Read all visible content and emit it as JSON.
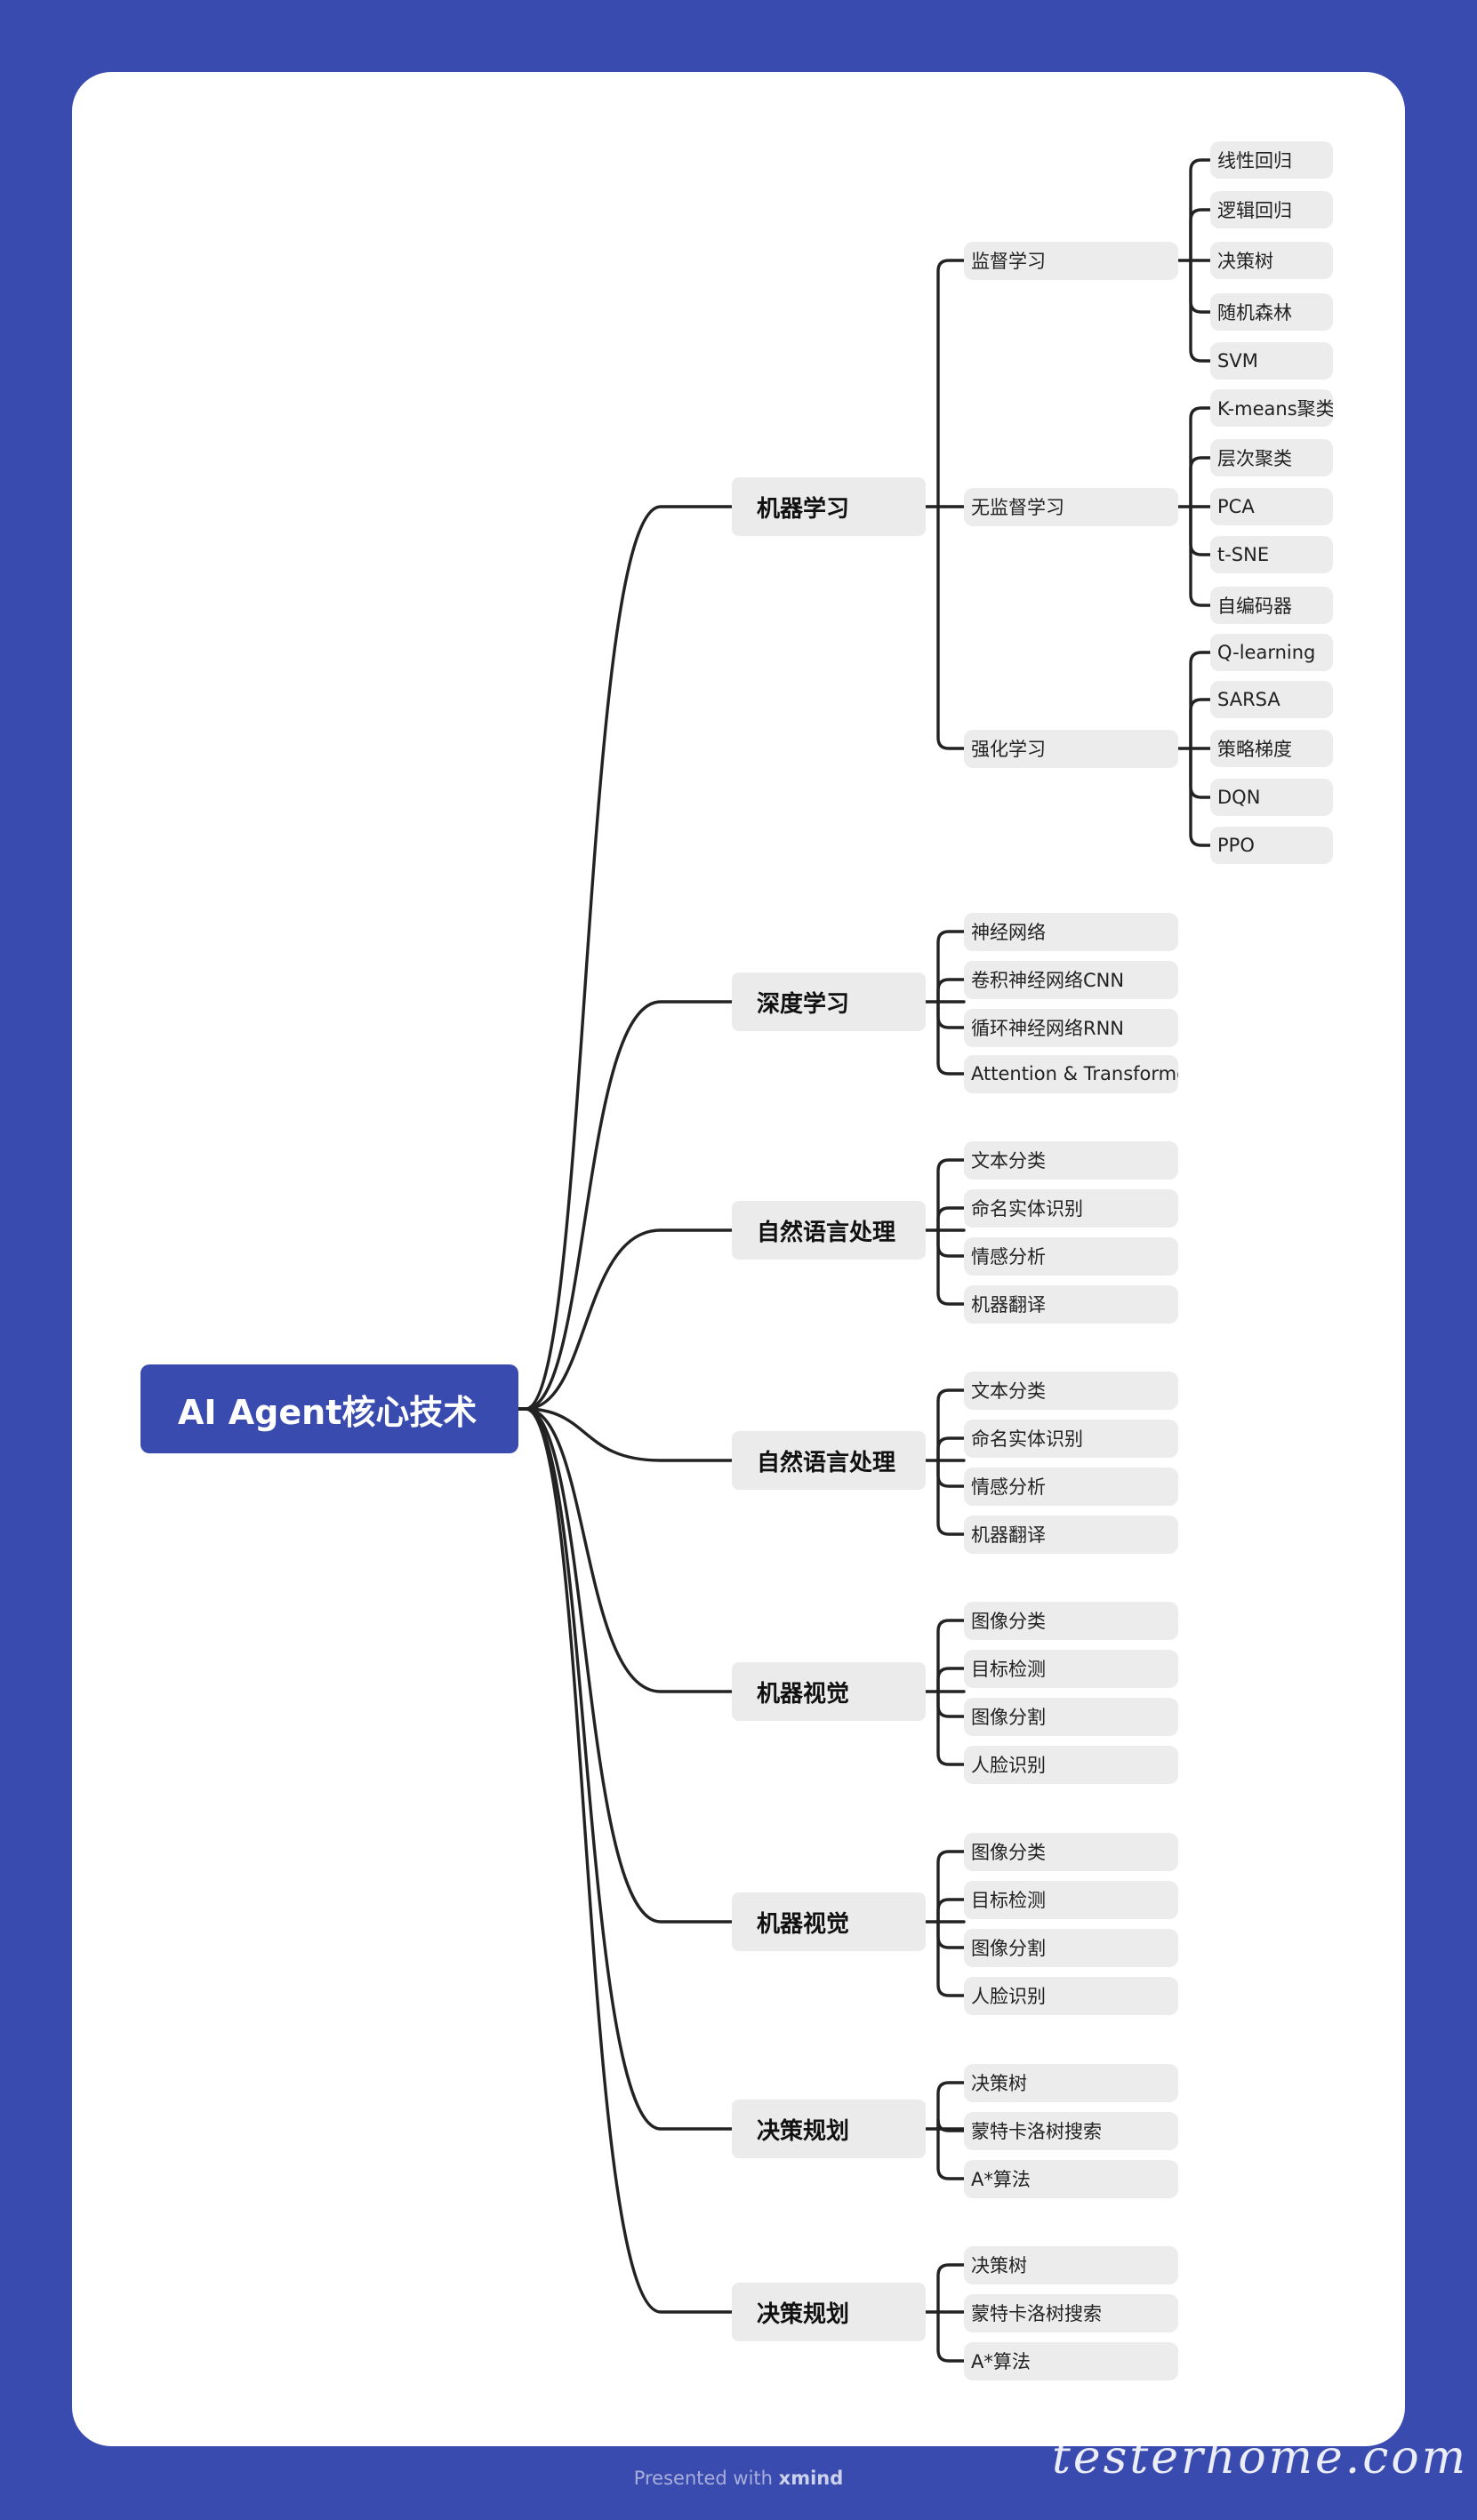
{
  "colors": {
    "background": "#3a4baf",
    "card": "#ffffff",
    "root_node": "#3a4baf",
    "node_fill": "#ebebeb",
    "line": "#222222"
  },
  "root": {
    "label": "AI Agent核心技术"
  },
  "branches": [
    {
      "label": "机器学习",
      "children": [
        {
          "label": "监督学习",
          "children": [
            "线性回归",
            "逻辑回归",
            "决策树",
            "随机森林",
            "SVM"
          ]
        },
        {
          "label": "无监督学习",
          "children": [
            "K-means聚类",
            "层次聚类",
            "PCA",
            "t-SNE",
            "自编码器"
          ]
        },
        {
          "label": "强化学习",
          "children": [
            "Q-learning",
            "SARSA",
            "策略梯度",
            "DQN",
            "PPO"
          ]
        }
      ]
    },
    {
      "label": "深度学习",
      "children": [
        {
          "label": "神经网络"
        },
        {
          "label": "卷积神经网络CNN"
        },
        {
          "label": "循环神经网络RNN"
        },
        {
          "label": "Attention & Transformer"
        }
      ]
    },
    {
      "label": "自然语言处理",
      "children": [
        {
          "label": "文本分类"
        },
        {
          "label": "命名实体识别"
        },
        {
          "label": "情感分析"
        },
        {
          "label": "机器翻译"
        }
      ]
    },
    {
      "label": "自然语言处理",
      "children": [
        {
          "label": "文本分类"
        },
        {
          "label": "命名实体识别"
        },
        {
          "label": "情感分析"
        },
        {
          "label": "机器翻译"
        }
      ]
    },
    {
      "label": "机器视觉",
      "children": [
        {
          "label": "图像分类"
        },
        {
          "label": "目标检测"
        },
        {
          "label": "图像分割"
        },
        {
          "label": "人脸识别"
        }
      ]
    },
    {
      "label": "机器视觉",
      "children": [
        {
          "label": "图像分类"
        },
        {
          "label": "目标检测"
        },
        {
          "label": "图像分割"
        },
        {
          "label": "人脸识别"
        }
      ]
    },
    {
      "label": "决策规划",
      "children": [
        {
          "label": "决策树"
        },
        {
          "label": "蒙特卡洛树搜索"
        },
        {
          "label": "A*算法"
        }
      ]
    },
    {
      "label": "决策规划",
      "children": [
        {
          "label": "决策树"
        },
        {
          "label": "蒙特卡洛树搜索"
        },
        {
          "label": "A*算法"
        }
      ]
    }
  ],
  "footer": {
    "prefix": "Presented with",
    "brand": "xmind"
  },
  "watermark": "testerhome.com"
}
